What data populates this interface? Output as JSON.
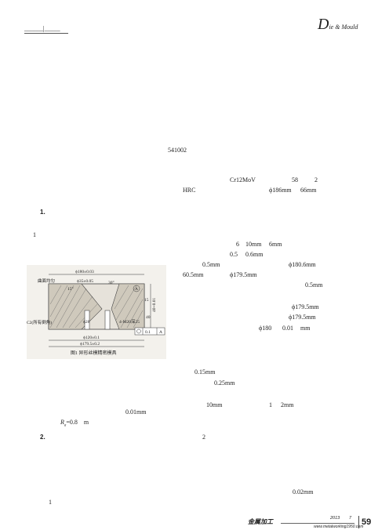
{
  "header": {
    "left_label": "______|_____",
    "brand_initial": "D",
    "brand_rest": "ie & Mould"
  },
  "postal_code": "541002",
  "right_column": [
    "Cr12MoV",
    "58",
    "2",
    "HRC",
    "ϕ186mm",
    "66mm",
    "6",
    "10mm",
    "6mm",
    "0.5",
    "0.6mm",
    "0.5mm",
    "ϕ180.6mm",
    "60.5mm",
    "ϕ179.5mm",
    "0.5mm",
    "ϕ179.5mm",
    "ϕ179.5mm",
    "ϕ180",
    "0.01",
    "mm",
    "0.15mm",
    "0.25mm",
    "10mm",
    "1",
    "2mm",
    "2",
    "0.02mm"
  ],
  "left_column": {
    "section1": "1.",
    "ref1": "1",
    "val1": "0.01mm",
    "ra_symbol": "R",
    "ra_sub": "a",
    "ra_value": "=0.8",
    "ra_unit": "m",
    "section2": "2.",
    "ref2": "1"
  },
  "figure": {
    "caption": "图1 异形丝模精密模具",
    "labels": {
      "dim_top": "ϕ180±0.03",
      "surface_note": "曲面均匀",
      "dim_inner": "ϕ35±0.05",
      "angle1": "15°",
      "angle2": "30°",
      "point_a": "A",
      "dim_side": "40+0.01",
      "dim_side2": "15",
      "dim_side3": "40",
      "chamfer": "C2(所有倒角)",
      "bore": "ϕ28",
      "thread": "4-M20深25",
      "dim_mid": "ϕ120±0.1",
      "dim_bottom": "ϕ179.5±0.2",
      "tol_value": "0.1",
      "tol_ref": "A"
    }
  },
  "footer": {
    "logo_text": "金属加工",
    "year": "2013",
    "issue": "7",
    "website": "www.metalworking1950.com",
    "page_number": "59"
  }
}
